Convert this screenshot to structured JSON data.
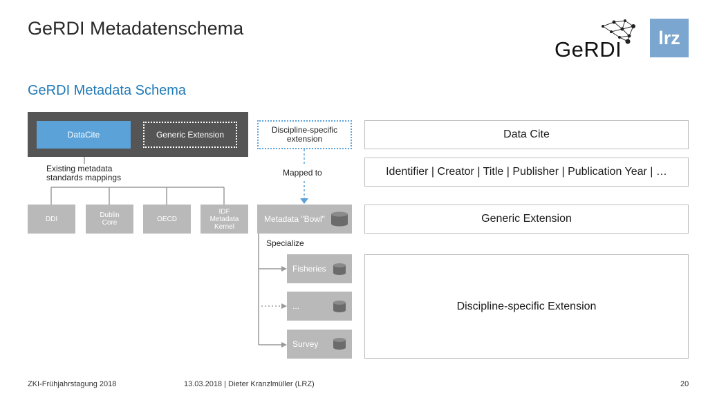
{
  "slide": {
    "title": "GeRDI Metadatenschema",
    "subtitle": "GeRDI Metadata Schema"
  },
  "logos": {
    "gerdi_text": "GeRDI",
    "lrz_text": "lrz"
  },
  "left": {
    "datacite": "DataCite",
    "generic_extension": "Generic Extension",
    "mappings_label": "Existing metadata standards mappings",
    "standards": [
      "DDI",
      "Dublin Core",
      "OECD",
      "IDF Metadata Kernel"
    ]
  },
  "middle": {
    "discipline_box": "Discipline-specific extension",
    "mapped_to": "Mapped to",
    "bowl": "Metadata \"Bowl\"",
    "specialize": "Specialize",
    "subs": [
      "Fisheries",
      "...",
      "Survey"
    ]
  },
  "right": {
    "data_cite": "Data Cite",
    "fields": "Identifier | Creator | Title | Publisher | Publication Year | …",
    "generic_extension": "Generic Extension",
    "discipline_extension": "Discipline-specific Extension"
  },
  "footer": {
    "left": "ZKI-Frühjahrstagung 2018",
    "center": "13.03.2018 | Dieter Kranzlmüller (LRZ)",
    "page": "20"
  },
  "colors": {
    "accent_blue": "#5aa2d8",
    "title_blue": "#1f79b6",
    "dark_gray": "#555555",
    "light_gray": "#b9b9b9",
    "lrz_blue": "#7aa6cf"
  }
}
